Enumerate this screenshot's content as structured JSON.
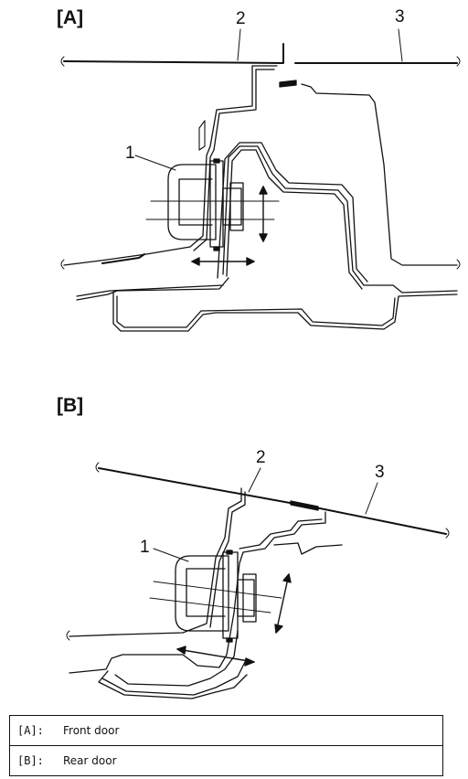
{
  "figure_a": {
    "label": "[A]",
    "callouts": {
      "c1": "1",
      "c2": "2",
      "c3": "3"
    }
  },
  "figure_b": {
    "label": "[B]",
    "callouts": {
      "c1": "1",
      "c2": "2",
      "c3": "3"
    }
  },
  "legend": {
    "rows": [
      {
        "key": "[A]:",
        "value": "Front door"
      },
      {
        "key": "[B]:",
        "value": "Rear door"
      }
    ]
  }
}
